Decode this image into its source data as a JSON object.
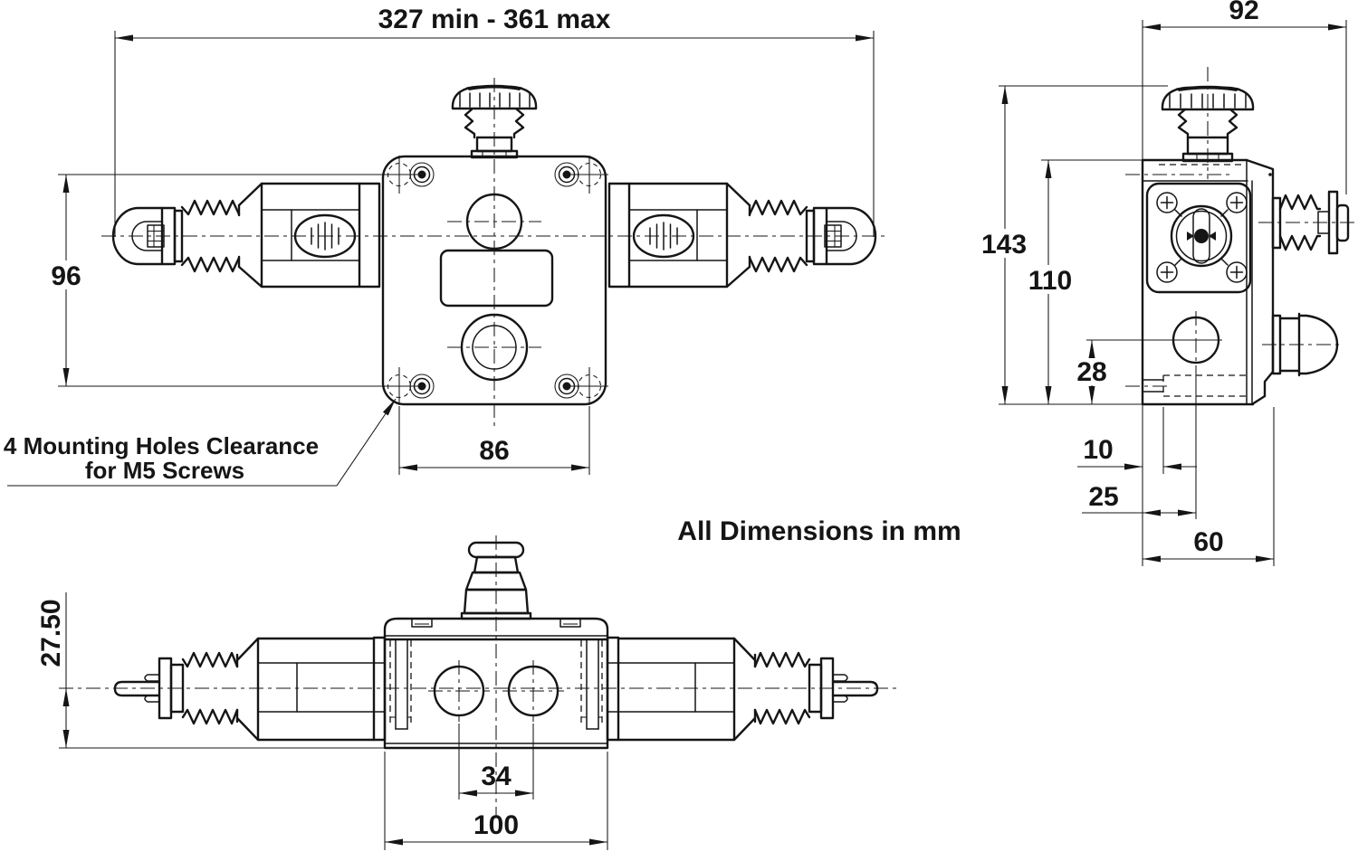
{
  "drawing": {
    "units_note": "All Dimensions in mm",
    "mounting_note": {
      "line1": "4 Mounting Holes Clearance",
      "line2": "for M5 Screws"
    },
    "views": {
      "front": {
        "dims": {
          "overall_length": "327 min - 361 max",
          "hole_spacing_vertical": "96",
          "hole_spacing_horizontal": "86"
        }
      },
      "side": {
        "dims": {
          "overall_width": "92",
          "total_height": "143",
          "body_height": "110",
          "entry_height": "28",
          "knockout_offset": "10",
          "entry_offset": "25",
          "body_depth": "60"
        }
      },
      "bottom": {
        "dims": {
          "axis_height": "27.50",
          "gland_spacing": "34",
          "body_width": "100"
        }
      }
    },
    "colors": {
      "line": "#151515",
      "background": "#ffffff"
    }
  }
}
